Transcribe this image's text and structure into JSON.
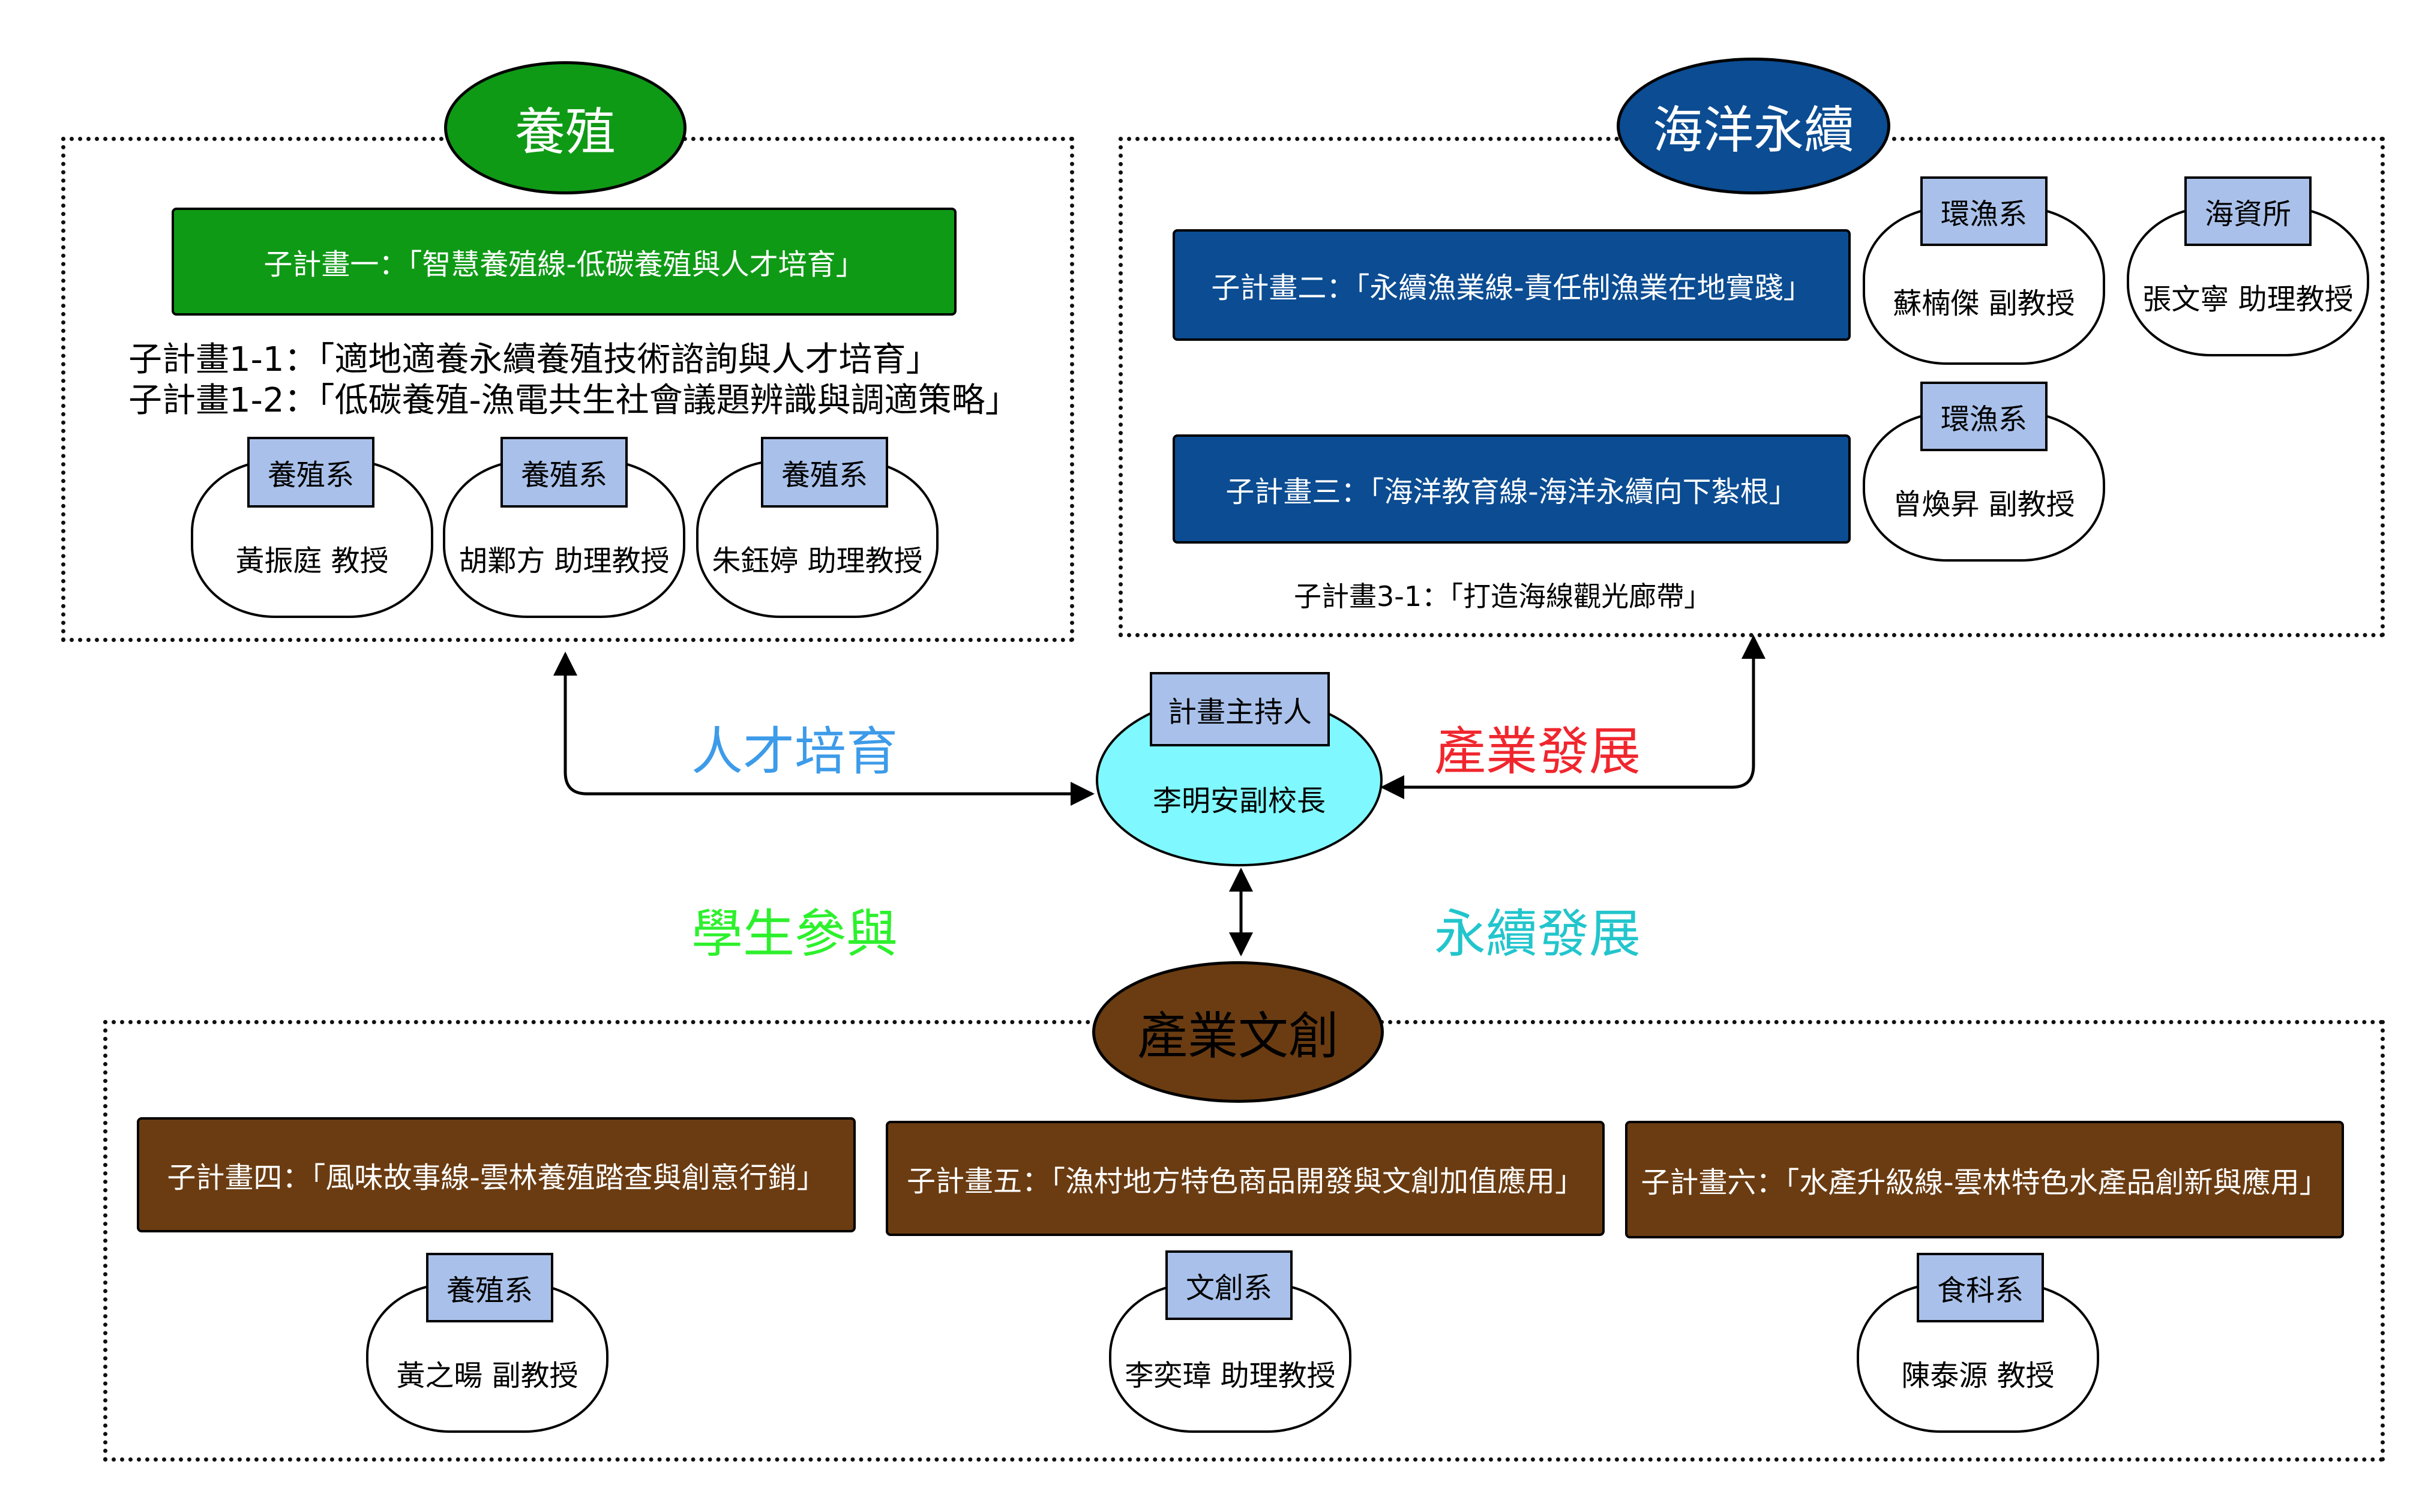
{
  "sections": {
    "aquaculture": {
      "title": "養殖",
      "color": "#0f9a16",
      "project": "子計畫一：「智慧養殖線-低碳養殖與人才培育」",
      "sub_projects": [
        "子計畫1-1：「適地適養永續養殖技術諮詢與人才培育」",
        "子計畫1-2：「低碳養殖-漁電共生社會議題辨識與調適策略」"
      ],
      "members": [
        {
          "dept": "養殖系",
          "name": "黃振庭 教授"
        },
        {
          "dept": "養殖系",
          "name": "胡鄴方 助理教授"
        },
        {
          "dept": "養殖系",
          "name": "朱鈺婷 助理教授"
        }
      ]
    },
    "ocean": {
      "title": "海洋永續",
      "color": "#0b4c92",
      "project2": "子計畫二：「永續漁業線-責任制漁業在地實踐」",
      "project3": "子計畫三：「海洋教育線-海洋永續向下紮根」",
      "sub_project3_1": "子計畫3-1：「打造海線觀光廊帶」",
      "members": [
        {
          "dept": "環漁系",
          "name": "蘇楠傑 副教授"
        },
        {
          "dept": "海資所",
          "name": "張文寧 助理教授"
        },
        {
          "dept": "環漁系",
          "name": "曾煥昇 副教授"
        }
      ]
    },
    "creative": {
      "title": "產業文創",
      "color": "#6b3c12",
      "projects": [
        "子計畫四：「風味故事線-雲林養殖踏查與創意行銷」",
        "子計畫五：「漁村地方特色商品開發與文創加值應用」",
        "子計畫六：「水產升級線-雲林特色水產品創新與應用」"
      ],
      "members": [
        {
          "dept": "養殖系",
          "name": "黃之暘 副教授"
        },
        {
          "dept": "文創系",
          "name": "李奕璋 助理教授"
        },
        {
          "dept": "食科系",
          "name": "陳泰源 教授"
        }
      ]
    }
  },
  "center": {
    "role": "計畫主持人",
    "name": "李明安副校長",
    "color": "#7ff8ff"
  },
  "links": [
    {
      "label": "人才培育",
      "color": "#3d9be9"
    },
    {
      "label": "產業發展",
      "color": "#f0262e"
    },
    {
      "label": "學生參與",
      "color": "#2df02d"
    },
    {
      "label": "永續發展",
      "color": "#22c5cc"
    }
  ]
}
